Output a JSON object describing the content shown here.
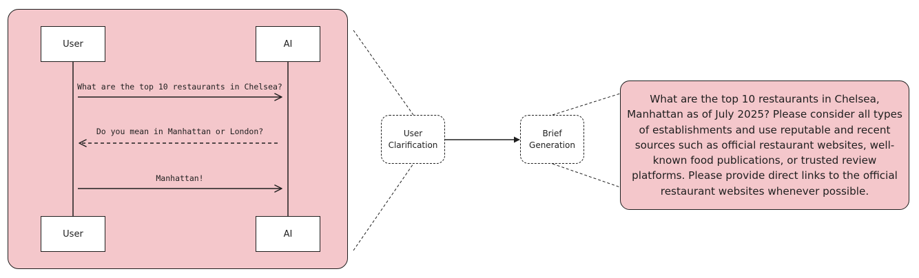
{
  "sequence": {
    "actors": {
      "user": "User",
      "ai": "AI"
    },
    "messages": [
      {
        "from": "user",
        "to": "ai",
        "text": "What are the top 10 restaurants in Chelsea?",
        "style": "solid"
      },
      {
        "from": "ai",
        "to": "user",
        "text": "Do you mean in Manhattan or London?",
        "style": "dashed"
      },
      {
        "from": "user",
        "to": "ai",
        "text": "Manhattan!",
        "style": "solid"
      }
    ]
  },
  "steps": {
    "clarification": "User\nClarification",
    "brief": "Brief\nGeneration"
  },
  "brief": {
    "lines": [
      "What are the top 10 restaurants in Chelsea,",
      "Manhattan as of July 2025? Please consider all types",
      "of establishments and use reputable and recent",
      "sources such as official restaurant websites, well-",
      "known food publications, or trusted review",
      "platforms. Please provide direct links to the official",
      "restaurant websites whenever possible."
    ]
  },
  "colors": {
    "panel_fill": "#f4c7cb",
    "stroke": "#1e1e1e",
    "box_fill": "#ffffff"
  }
}
